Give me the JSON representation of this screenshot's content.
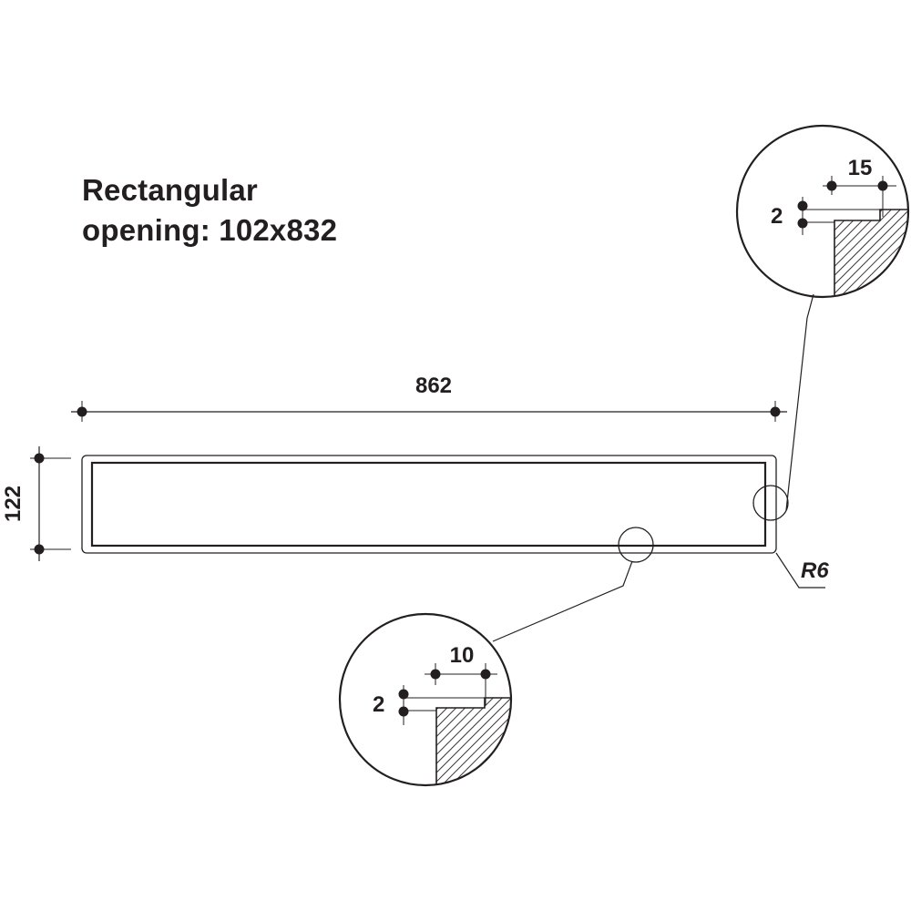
{
  "title": {
    "line1": "Rectangular",
    "line2": "opening: 102x832"
  },
  "dimensions": {
    "overall_width": "862",
    "overall_height": "122",
    "corner_radius": "R6"
  },
  "detail_right": {
    "offset": "15",
    "step": "2"
  },
  "detail_bottom": {
    "offset": "10",
    "step": "2"
  },
  "colors": {
    "ink": "#231f20",
    "background": "#ffffff"
  }
}
